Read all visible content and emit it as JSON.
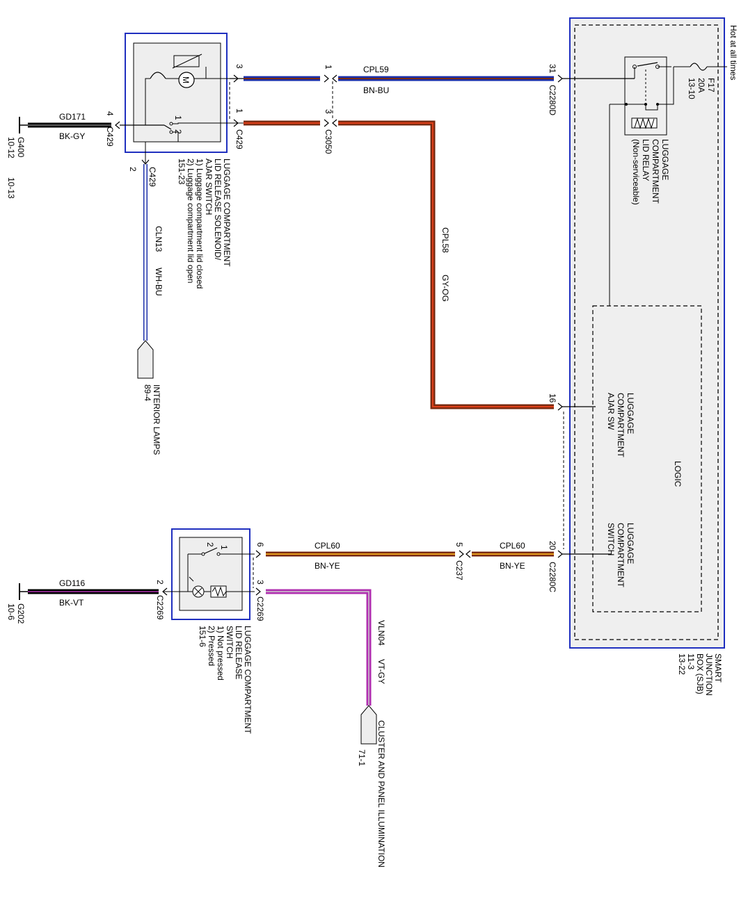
{
  "sjb": {
    "title_lines": [
      "SMART",
      "JUNCTION",
      "BOX (SJB)",
      "11-3",
      "13-22"
    ],
    "hot": "Hot at all times",
    "fuse": [
      "F17",
      "20A",
      "13-10"
    ],
    "relay_lines": [
      "LUGGAGE",
      "COMPARTMENT",
      "LID RELAY",
      "(Non-serviceable)"
    ],
    "logic": "LOGIC",
    "ajar_lines": [
      "LUGGAGE",
      "COMPARTMENT",
      "AJAR SW"
    ],
    "switch_lines": [
      "LUGGAGE",
      "COMPARTMENT",
      "SWITCH"
    ],
    "pin_31": "31",
    "conn_c2280d": "C2280D",
    "pin_16": "16",
    "pin_20": "20",
    "conn_c2280c": "C2280C"
  },
  "wires": {
    "cpl59_name": "CPL59",
    "cpl59_color": "BN-BU",
    "cpl58_name": "CPL58",
    "cpl58_color": "GY-OG",
    "cpl60a_name": "CPL60",
    "cpl60a_color": "BN-YE",
    "cpl60b_name": "CPL60",
    "cpl60b_color": "BN-YE",
    "gd171_name": "GD171",
    "gd171_color": "BK-GY",
    "cln13_name": "CLN13",
    "cln13_color": "WH-BU",
    "gd116_name": "GD116",
    "gd116_color": "BK-VT",
    "vln04_name": "VLN04",
    "vln04_color": "VT-GY"
  },
  "connectors": {
    "c3050": "C3050",
    "c3050_pin_top": "1",
    "c3050_pin_bottom": "3",
    "c429_a": "C429",
    "c429_b": "C429",
    "c429_c": "C429",
    "c429_pin3": "3",
    "c429_pin1": "1",
    "c429_pin4": "4",
    "c429_pin2": "2",
    "c237": "C237",
    "c237_pin": "5",
    "c2269_a": "C2269",
    "c2269_b": "C2269",
    "c2269_pin6": "6",
    "c2269_pin3": "3",
    "c2269_pin2": "2"
  },
  "grounds": {
    "g400": "G400",
    "g400_ref1": "10-12",
    "g400_ref2": "10-13",
    "g202": "G202",
    "g202_ref": "10-6"
  },
  "components": {
    "solenoid_lines": [
      "LUGGAGE COMPARTMENT",
      "LID RELEASE SOLENOID/",
      "AJAR SWITCH",
      "1) Luggage compartment lid closed",
      "2) Luggage compartment lid open",
      "151-23"
    ],
    "solenoid_sw_pin1": "1",
    "solenoid_sw_pin2": "2",
    "solenoid_motor": "M",
    "release_switch_lines": [
      "LUGGAGE COMPARTMENT",
      "LID RELEASE",
      "SWITCH",
      "1) Not pressed",
      "2) Pressed",
      "151-6"
    ],
    "release_sw_pin2": "2",
    "release_sw_pin1": "1",
    "interior_lamps": "INTERIOR LAMPS",
    "interior_lamps_ref": "89-4",
    "cluster": "CLUSTER AND PANEL ILLUMINATION",
    "cluster_ref": "71-1"
  },
  "colors": {
    "blue_box": "#1f2fbf",
    "bn": "#7a2a10",
    "bu": "#1a2ea8",
    "og": "#e0401a",
    "ye": "#e8a020",
    "vt": "#b030b0",
    "bk": "#000000"
  }
}
